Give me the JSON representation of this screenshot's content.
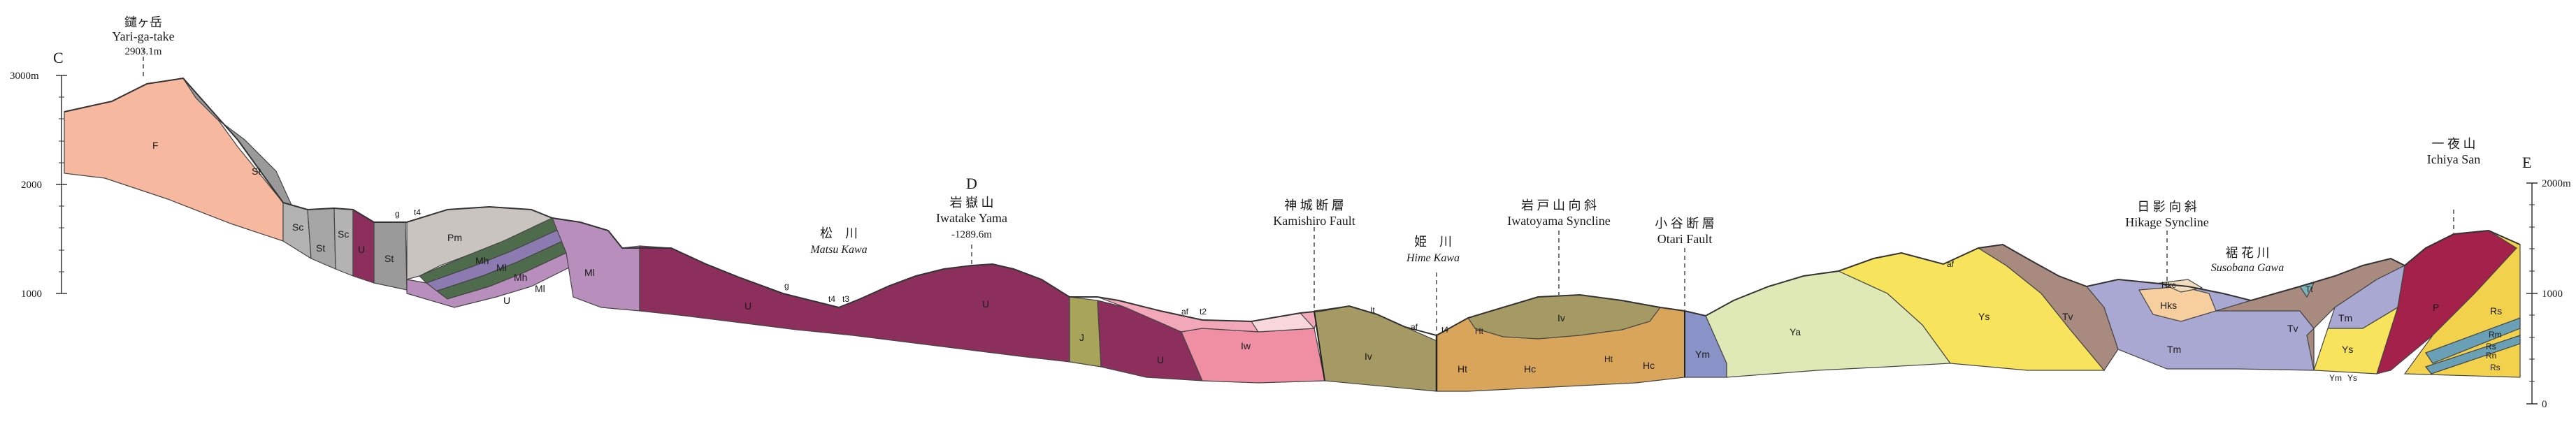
{
  "section": {
    "left_end": "C",
    "right_end": "E",
    "mid_point": "D",
    "left_scale": [
      "3000m",
      "2000",
      "1000"
    ],
    "right_scale": [
      "2000m",
      "1000",
      "0"
    ]
  },
  "peaks": {
    "yari": {
      "jp": "鑓ヶ岳",
      "en": "Yari-ga-take",
      "elev": "2903.1m"
    },
    "iwatake": {
      "jp": "岩 嶽 山",
      "en": "Iwatake Yama",
      "elev": "-1289.6m"
    },
    "ichiya": {
      "jp": "一 夜 山",
      "en": "Ichiya San"
    }
  },
  "features": {
    "matsu": {
      "jp": "松　川",
      "en": "Matsu Kawa"
    },
    "kamishiro": {
      "jp": "神 城 断 層",
      "en": "Kamishiro Fault"
    },
    "hime": {
      "jp": "姫　川",
      "en": "Hime Kawa"
    },
    "iwatoyama": {
      "jp": "岩 戸 山 向 斜",
      "en": "Iwatoyama Syncline"
    },
    "otari": {
      "jp": "小 谷 断 層",
      "en": "Otari Fault"
    },
    "hikage": {
      "jp": "日 影 向 斜",
      "en": "Hikage Syncline"
    },
    "susobana": {
      "jp": "裾 花 川",
      "en": "Susobana Gawa"
    }
  },
  "units": {
    "F": "F",
    "St": "St",
    "Sc": "Sc",
    "U": "U",
    "g": "g",
    "t4": "t4",
    "t3": "t3",
    "Pm": "Pm",
    "Mh": "Mh",
    "Ml": "Ml",
    "J": "J",
    "af": "af",
    "t2": "t2",
    "Iw": "Iw",
    "Iv": "Iv",
    "It": "It",
    "Ht": "Ht",
    "Hc": "Hc",
    "Ym": "Ym",
    "Ya": "Ya",
    "Ys": "Ys",
    "Tv": "Tv",
    "Hks": "Hks",
    "Hkc": "Hkc",
    "Tm": "Tm",
    "Tt": "Tt",
    "P": "P",
    "Rs": "Rs",
    "Rm": "Rm",
    "Rn": "Rn"
  },
  "colors": {
    "F": "#f6b9a0",
    "St": "#9a9a9a",
    "Sc": "#b3b3b3",
    "U": "#8c2f5c",
    "Pm": "#c9c4c0",
    "Mh": "#4e6b4c",
    "Ml": "#b88fbc",
    "J": "#a8a55a",
    "pink": "#f2a8b8",
    "Iw": "#f08fa4",
    "Iv": "#a59a63",
    "Hc": "#d9a55b",
    "Ym": "#8a93c8",
    "Ya": "#dfe9b5",
    "Ys": "#f7e45c",
    "Tv": "#a88a7f",
    "Tm": "#a9a8d2",
    "Hks": "#f7cf9e",
    "P": "#a3214a",
    "Rs": "#f2d24d"
  }
}
